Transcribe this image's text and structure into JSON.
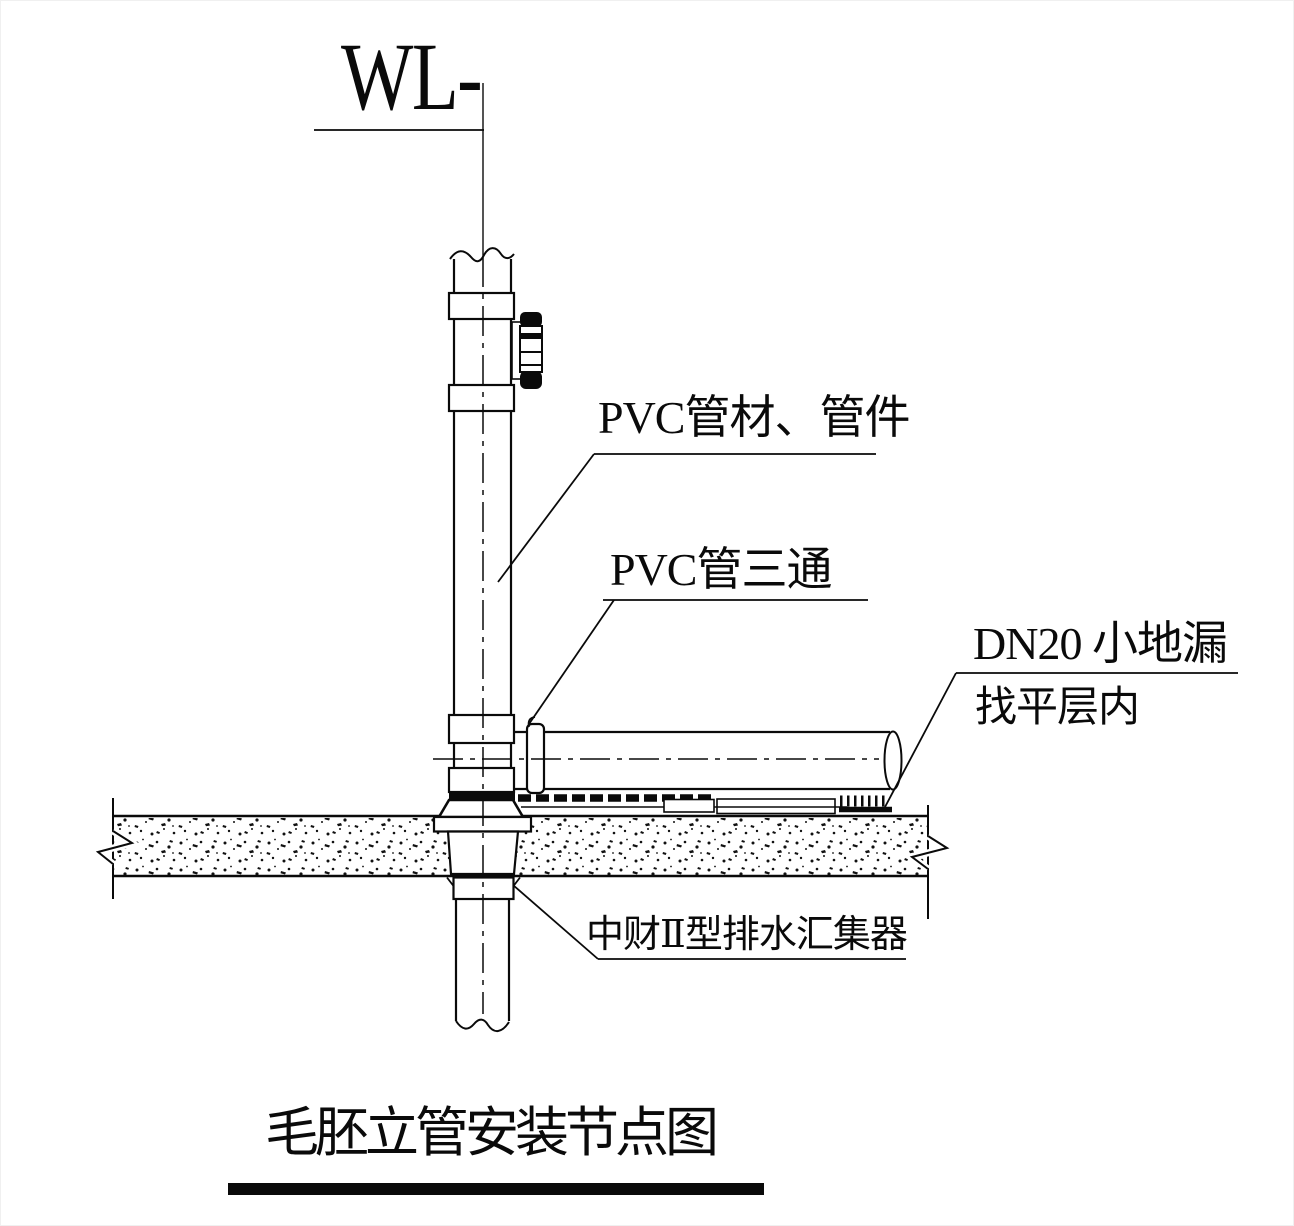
{
  "page": {
    "background": "#ffffff",
    "line_color": "#0a0a0a"
  },
  "riser": {
    "label": "WL-"
  },
  "labels": {
    "pipe_material": "PVC管材、管件",
    "tee": "PVC管三通",
    "floor_drain": "DN20 小地漏",
    "leveling_layer": "找平层内",
    "collector": "中财Ⅱ型排水汇集器"
  },
  "title": "毛胚立管安装节点图"
}
